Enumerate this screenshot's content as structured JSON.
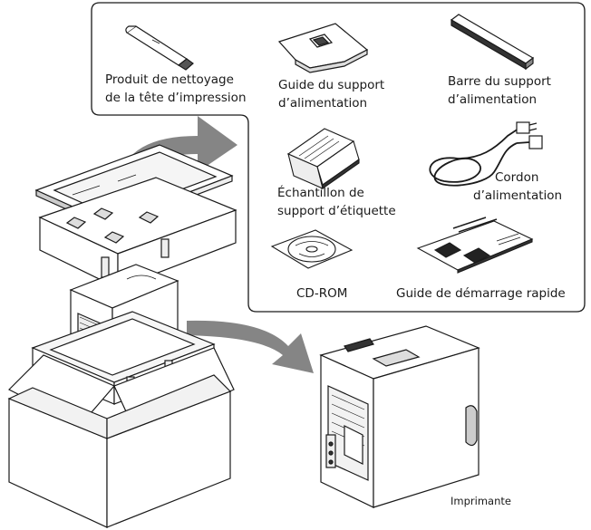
{
  "labels": {
    "cleaning": [
      "Produit de nettoyage",
      "de la tête d’impression"
    ],
    "media_guide": [
      "Guide du support",
      "d’alimentation"
    ],
    "media_bar": [
      "Barre du support",
      "d’alimentation"
    ],
    "sample": [
      "Échantillon de",
      "support d’étiquette"
    ],
    "power_cord": [
      "Cordon",
      "d’alimentation"
    ],
    "cdrom": "CD-ROM",
    "quick_guide": "Guide de démarrage rapide",
    "printer": "Imprimante"
  },
  "colors": {
    "arrow": "#858585",
    "line": "#1a1a1a",
    "panel_border": "#1a1a1a"
  },
  "icons": [
    "cleaning-pen-icon",
    "media-guide-icon",
    "media-bar-icon",
    "label-sample-icon",
    "power-cord-icon",
    "cd-rom-icon",
    "quick-start-guide-icon",
    "printer-icon",
    "shipping-box-icon",
    "packing-foam-icon"
  ]
}
